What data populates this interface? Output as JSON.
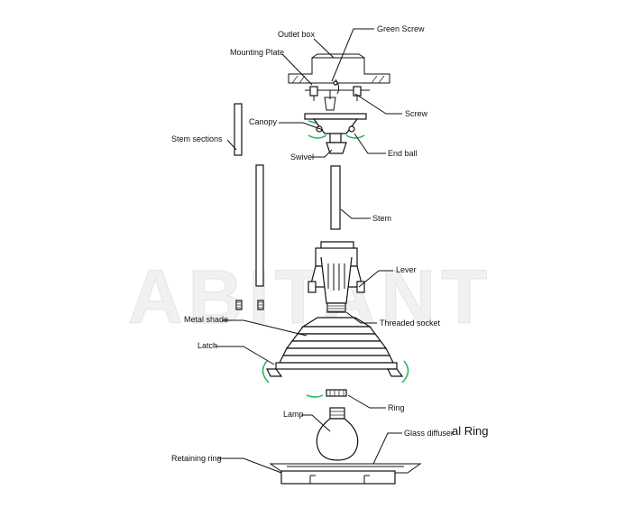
{
  "watermark": "ABITANT",
  "labels": {
    "outlet_box": "Outlet box",
    "green_screw": "Green Screw",
    "mounting_plate": "Mounting Plate",
    "screw": "Screw",
    "canopy": "Canopy",
    "stem_sections": "Stem sections",
    "swivel": "Swivel",
    "end_ball": "End ball",
    "stem": "Stem",
    "lever": "Lever",
    "metal_shade": "Metal shade",
    "threaded_socket": "Threaded socket",
    "latch": "Latch",
    "ring": "Ring",
    "lamp": "Lamp",
    "glass_diffuser": "Glass diffuser",
    "partial_ring": "al Ring",
    "retaining_ring": "Retaining ring"
  },
  "colors": {
    "line": "#111111",
    "arrow": "#1db954",
    "watermark": "#f1f1f1"
  }
}
